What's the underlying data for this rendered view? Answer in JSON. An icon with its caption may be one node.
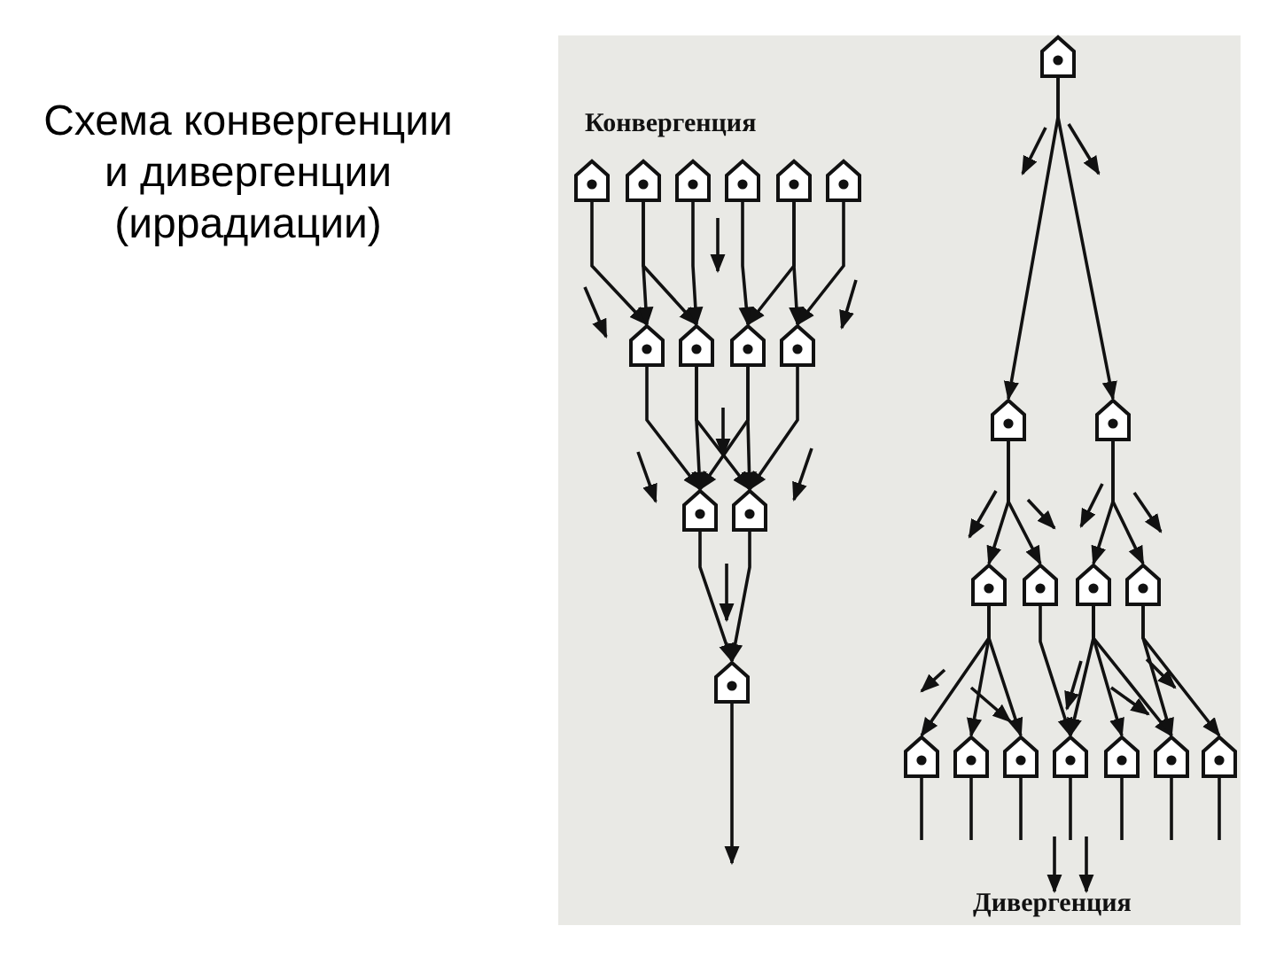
{
  "diagram": {
    "title": "Схема конвергенции и дивергенции (иррадиации)",
    "nodes": [
      {
        "text": [],
        "shape": "pentagon"
      },
      {
        "text": [],
        "shape": "pentagon"
      },
      {
        "text": [],
        "shape": "pentagon"
      },
      {
        "text": [],
        "shape": "pentagon"
      },
      {
        "text": [],
        "shape": "pentagon"
      },
      {
        "text": [],
        "shape": "pentagon"
      },
      {
        "text": [],
        "shape": "pentagon"
      },
      {
        "text": [],
        "shape": "pentagon"
      },
      {
        "text": [],
        "shape": "pentagon"
      },
      {
        "text": [],
        "shape": "pentagon"
      },
      {
        "text": [],
        "shape": "pentagon"
      },
      {
        "text": [],
        "shape": "pentagon"
      },
      {
        "text": [],
        "shape": "pentagon"
      },
      {
        "text": [],
        "shape": "pentagon"
      },
      {
        "text": [],
        "shape": "pentagon"
      },
      {
        "text": [],
        "shape": "pentagon"
      },
      {
        "text": [],
        "shape": "pentagon"
      },
      {
        "text": [],
        "shape": "pentagon"
      },
      {
        "text": [],
        "shape": "pentagon"
      },
      {
        "text": [],
        "shape": "pentagon"
      },
      {
        "text": [],
        "shape": "pentagon"
      },
      {
        "text": [],
        "shape": "pentagon"
      },
      {
        "text": [],
        "shape": "pentagon"
      },
      {
        "text": [],
        "shape": "pentagon"
      },
      {
        "text": [],
        "shape": "pentagon"
      },
      {
        "text": [],
        "shape": "pentagon"
      },
      {
        "text": [],
        "shape": "pentagon"
      }
    ],
    "edges": [
      {
        "from": 0,
        "to": 6,
        "arrow": "to"
      },
      {
        "from": 1,
        "to": 6,
        "arrow": "to"
      },
      {
        "from": 1,
        "to": 7,
        "arrow": "to"
      },
      {
        "from": 2,
        "to": 7,
        "arrow": "to"
      },
      {
        "from": 3,
        "to": 8,
        "arrow": "to"
      },
      {
        "from": 4,
        "to": 8,
        "arrow": "to"
      },
      {
        "from": 4,
        "to": 9,
        "arrow": "to"
      },
      {
        "from": 5,
        "to": 9,
        "arrow": "to"
      },
      {
        "from": 6,
        "to": 10,
        "arrow": "to"
      },
      {
        "from": 7,
        "to": 10,
        "arrow": "to"
      },
      {
        "from": 8,
        "to": 10,
        "arrow": "to"
      },
      {
        "from": 7,
        "to": 11,
        "arrow": "to"
      },
      {
        "from": 8,
        "to": 11,
        "arrow": "to"
      },
      {
        "from": 9,
        "to": 11,
        "arrow": "to"
      },
      {
        "from": 10,
        "to": 12,
        "arrow": "to"
      },
      {
        "from": 11,
        "to": 12,
        "arrow": "to"
      },
      {
        "from": 12,
        "to": null,
        "arrow": "to"
      },
      {
        "from": 13,
        "to": 14,
        "arrow": "to"
      },
      {
        "from": 13,
        "to": 15,
        "arrow": "to"
      },
      {
        "from": 14,
        "to": 16,
        "arrow": "to"
      },
      {
        "from": 14,
        "to": 17,
        "arrow": "to"
      },
      {
        "from": 15,
        "to": 18,
        "arrow": "to"
      },
      {
        "from": 15,
        "to": 19,
        "arrow": "to"
      },
      {
        "from": 16,
        "to": 20,
        "arrow": "to"
      },
      {
        "from": 16,
        "to": 21,
        "arrow": "to"
      },
      {
        "from": 16,
        "to": 22,
        "arrow": "to"
      },
      {
        "from": 17,
        "to": 23,
        "arrow": "to"
      },
      {
        "from": 18,
        "to": 23,
        "arrow": "to"
      },
      {
        "from": 18,
        "to": 24,
        "arrow": "to"
      },
      {
        "from": 18,
        "to": 25,
        "arrow": "to"
      },
      {
        "from": 19,
        "to": 25,
        "arrow": "to"
      },
      {
        "from": 19,
        "to": 26,
        "arrow": "to"
      },
      {
        "from": 20,
        "to": null,
        "arrow": "none"
      },
      {
        "from": 21,
        "to": null,
        "arrow": "none"
      },
      {
        "from": 22,
        "to": null,
        "arrow": "none"
      },
      {
        "from": 23,
        "to": null,
        "arrow": "none"
      },
      {
        "from": 24,
        "to": null,
        "arrow": "none"
      },
      {
        "from": 25,
        "to": null,
        "arrow": "none"
      },
      {
        "from": 26,
        "to": null,
        "arrow": "none"
      }
    ],
    "labels": [
      "Конвергенция",
      "Дивергенция"
    ]
  }
}
